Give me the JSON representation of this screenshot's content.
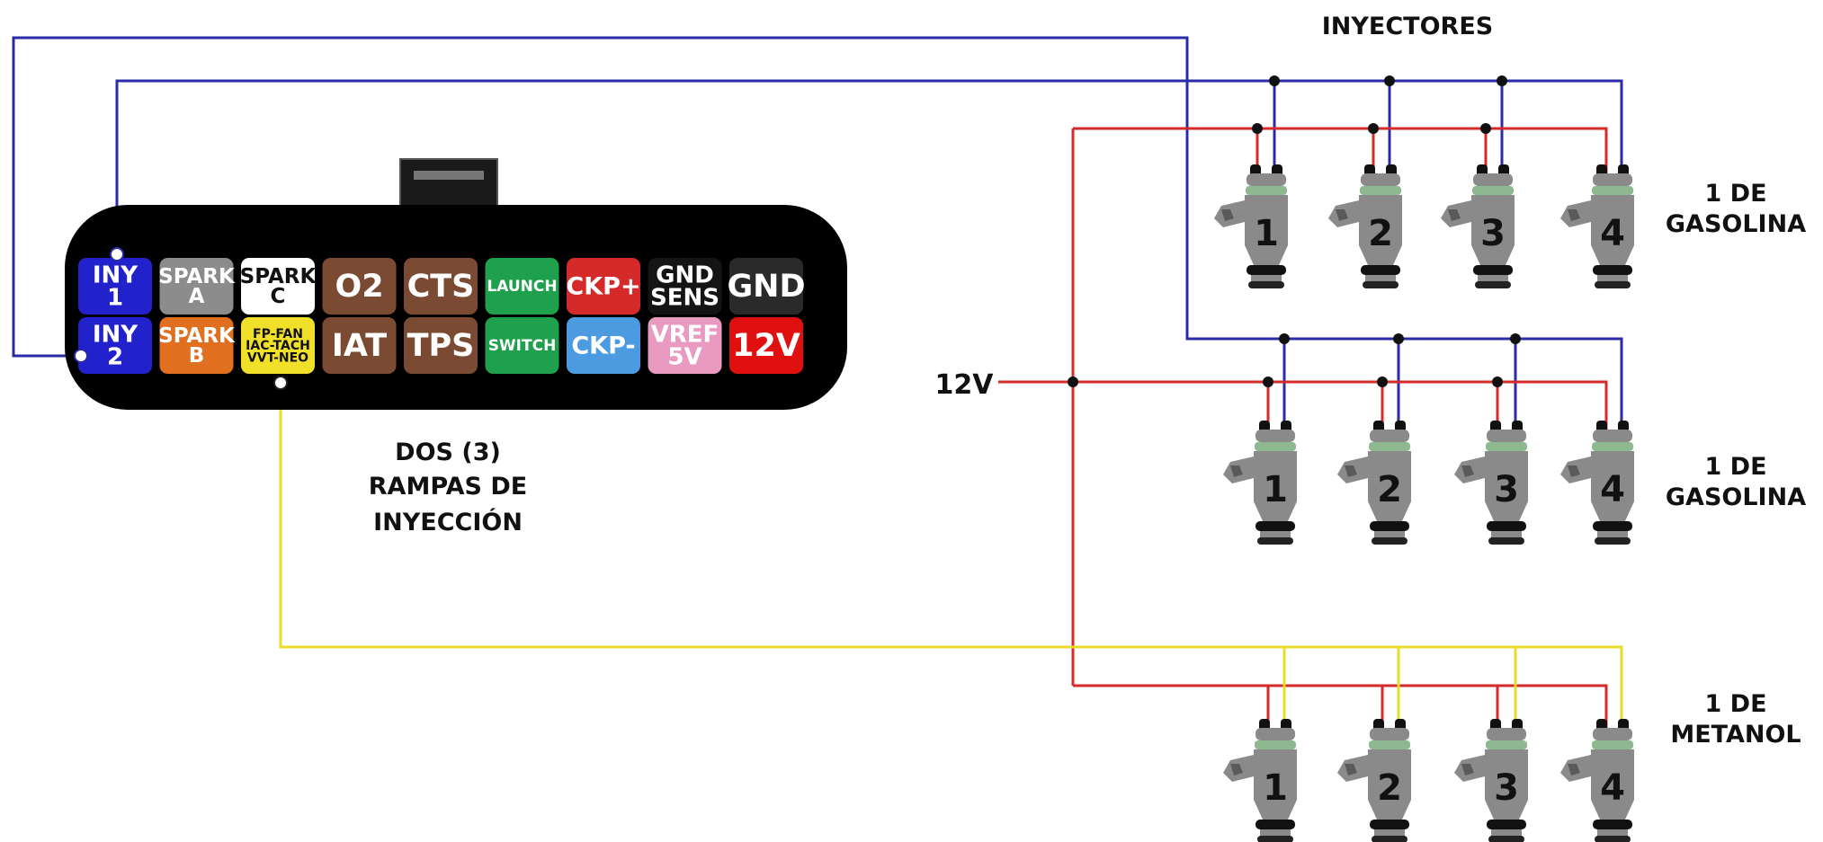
{
  "labels": {
    "inyectores": "INYECTORES",
    "v12": "12V",
    "rampas_line1": "DOS (3)",
    "rampas_line2": "RAMPAS DE",
    "rampas_line3": "INYECCIÓN"
  },
  "rails": [
    {
      "line1": "1 DE",
      "line2": "GASOLINA",
      "signal": "INY 1",
      "numbers": [
        "1",
        "2",
        "3",
        "4"
      ]
    },
    {
      "line1": "1 DE",
      "line2": "GASOLINA",
      "signal": "INY 2",
      "numbers": [
        "1",
        "2",
        "3",
        "4"
      ]
    },
    {
      "line1": "1 DE",
      "line2": "METANOL",
      "signal": "FP-FAN IAC-TACH VVT-NEO",
      "numbers": [
        "1",
        "2",
        "3",
        "4"
      ]
    }
  ],
  "connector": {
    "top_row": [
      {
        "lines": [
          "INY",
          "1"
        ],
        "bg": "#2222cc",
        "fg": "#ffffff"
      },
      {
        "lines": [
          "SPARK",
          "A"
        ],
        "bg": "#8c8c8c",
        "fg": "#ffffff"
      },
      {
        "lines": [
          "SPARK",
          "C"
        ],
        "bg": "#ffffff",
        "fg": "#111111"
      },
      {
        "lines": [
          "O2"
        ],
        "bg": "#7b4a32",
        "fg": "#ffffff"
      },
      {
        "lines": [
          "CTS"
        ],
        "bg": "#7b4a32",
        "fg": "#ffffff"
      },
      {
        "lines": [
          "LAUNCH"
        ],
        "bg": "#1fa04c",
        "fg": "#ffffff"
      },
      {
        "lines": [
          "CKP+"
        ],
        "bg": "#d42a2a",
        "fg": "#ffffff"
      },
      {
        "lines": [
          "GND",
          "SENS"
        ],
        "bg": "#141414",
        "fg": "#ffffff"
      },
      {
        "lines": [
          "GND"
        ],
        "bg": "#2a2a2a",
        "fg": "#ffffff"
      }
    ],
    "bottom_row": [
      {
        "lines": [
          "INY",
          "2"
        ],
        "bg": "#2222cc",
        "fg": "#ffffff"
      },
      {
        "lines": [
          "SPARK",
          "B"
        ],
        "bg": "#e07020",
        "fg": "#ffffff"
      },
      {
        "lines": [
          "FP-FAN",
          "IAC-TACH",
          "VVT-NEO"
        ],
        "bg": "#f0e02a",
        "fg": "#111111"
      },
      {
        "lines": [
          "IAT"
        ],
        "bg": "#7b4a32",
        "fg": "#ffffff"
      },
      {
        "lines": [
          "TPS"
        ],
        "bg": "#7b4a32",
        "fg": "#ffffff"
      },
      {
        "lines": [
          "SWITCH"
        ],
        "bg": "#1fa04c",
        "fg": "#ffffff"
      },
      {
        "lines": [
          "CKP-"
        ],
        "bg": "#4c9be0",
        "fg": "#ffffff"
      },
      {
        "lines": [
          "VREF",
          "5V"
        ],
        "bg": "#e89ac0",
        "fg": "#ffffff"
      },
      {
        "lines": [
          "12V"
        ],
        "bg": "#e01010",
        "fg": "#ffffff"
      }
    ]
  },
  "colors": {
    "wire_blue": "#2b2ba8",
    "wire_red": "#d42a2a",
    "wire_yellow": "#e8de2a",
    "connector_body": "#000000",
    "injector_gray": "#8a8a8a",
    "injector_green": "#8db890"
  }
}
